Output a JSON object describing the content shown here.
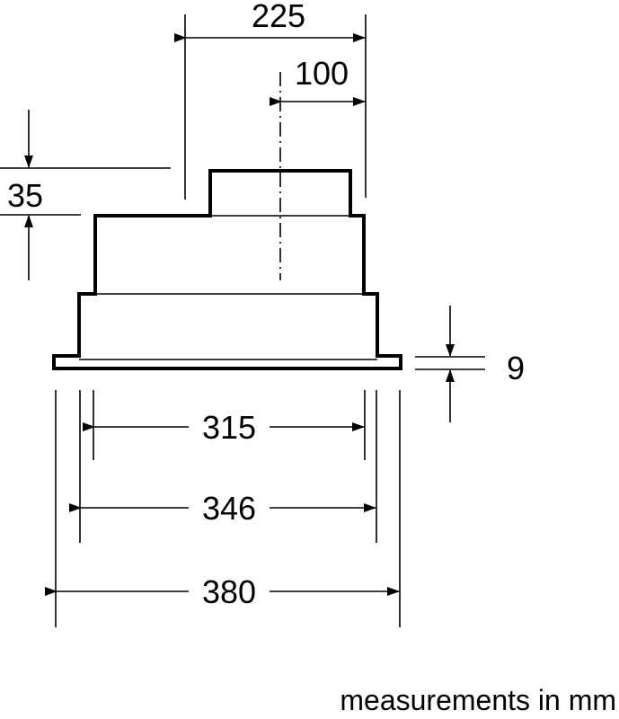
{
  "dimensions": {
    "top_width": "225",
    "center_offset": "100",
    "step_height": "35",
    "flange_thickness": "9",
    "inner_width": "315",
    "body_width": "346",
    "total_width": "380"
  },
  "note": "measurements in mm"
}
